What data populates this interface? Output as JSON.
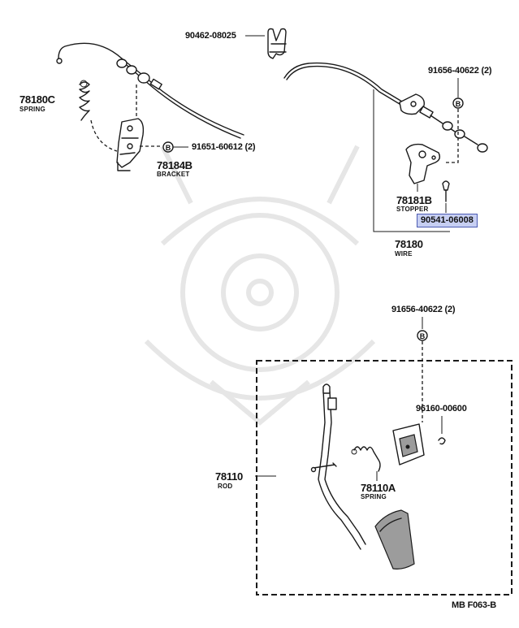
{
  "labels": {
    "p90462": "90462-08025",
    "p91656_top": "91656-40622 (2)",
    "p78180c": "78180C",
    "p78180c_sub": "SPRING",
    "p91651": "91651-60612 (2)",
    "p78184b": "78184B",
    "p78184b_sub": "BRACKET",
    "p78181b": "78181B",
    "p78181b_sub": "STOPPER",
    "p90541": "90541-06008",
    "p78180": "78180",
    "p78180_sub": "WIRE",
    "p91656_mid": "91656-40622 (2)",
    "p96160": "96160-00600",
    "p78110": "78110",
    "p78110_sub": "ROD",
    "p78110a": "78110A",
    "p78110a_sub": "SPRING",
    "diagram_code": "MB  F063-B"
  },
  "bolt_marker": "B",
  "colors": {
    "highlight_fill": "#c7cff2",
    "highlight_border": "#4c5bb3",
    "line": "#1a1a1a"
  },
  "highlighted_part": "90541-06008"
}
